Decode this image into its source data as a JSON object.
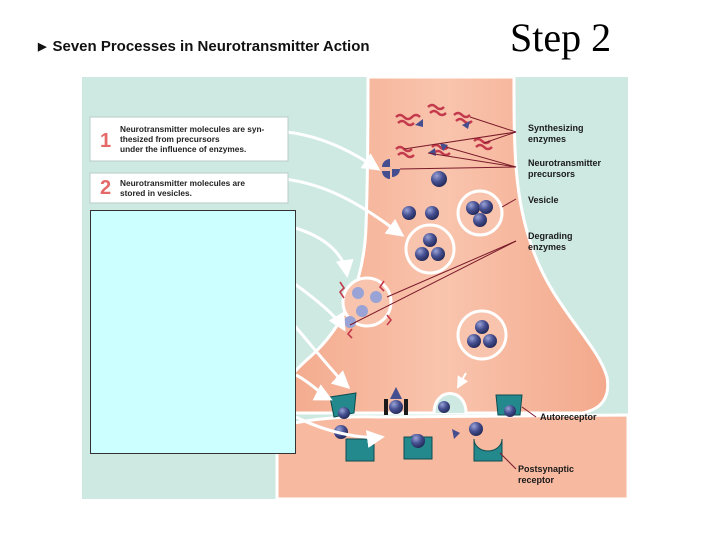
{
  "header": {
    "title": "Seven Processes in Neurotransmitter Action",
    "step": "Step 2"
  },
  "steps": [
    {
      "num": "1",
      "lines": [
        "Neurotransmitter molecules are syn-",
        "thesized from precursors",
        "under the influence of enzymes."
      ]
    },
    {
      "num": "2",
      "lines": [
        "Neurotransmitter molecules are",
        "stored in vesicles."
      ]
    }
  ],
  "labels": {
    "synth": [
      "Synthesizing",
      "enzymes"
    ],
    "precursors": [
      "Neurotransmitter",
      "precursors"
    ],
    "vesicle": [
      "Vesicle"
    ],
    "degrading": [
      "Degrading",
      "enzymes"
    ],
    "autoreceptor": [
      "Autoreceptor"
    ],
    "postsynaptic": [
      "Postsynaptic",
      "receptor"
    ]
  },
  "colors": {
    "background": "#cde9e2",
    "terminal": "#f7b9a0",
    "molecule": "#454f90",
    "enzyme": "#c43a4d",
    "receptor": "#24898d",
    "step_number": "#e46a6a",
    "blank_box": "#ccffff"
  }
}
